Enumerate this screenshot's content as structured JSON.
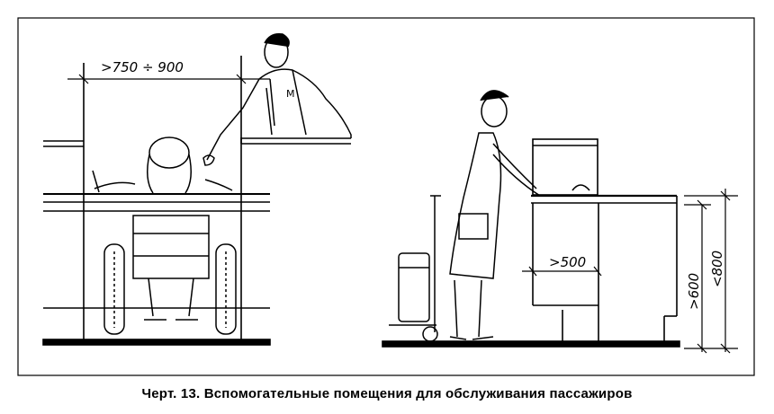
{
  "figure": {
    "caption": "Черт. 13. Вспомогательные помещения для обслуживания пассажиров",
    "dimensions": {
      "counter_reach": ">750 ÷ 900",
      "cabinet_depth": ">500",
      "knee_height": ">600",
      "counter_height": "<800"
    }
  }
}
